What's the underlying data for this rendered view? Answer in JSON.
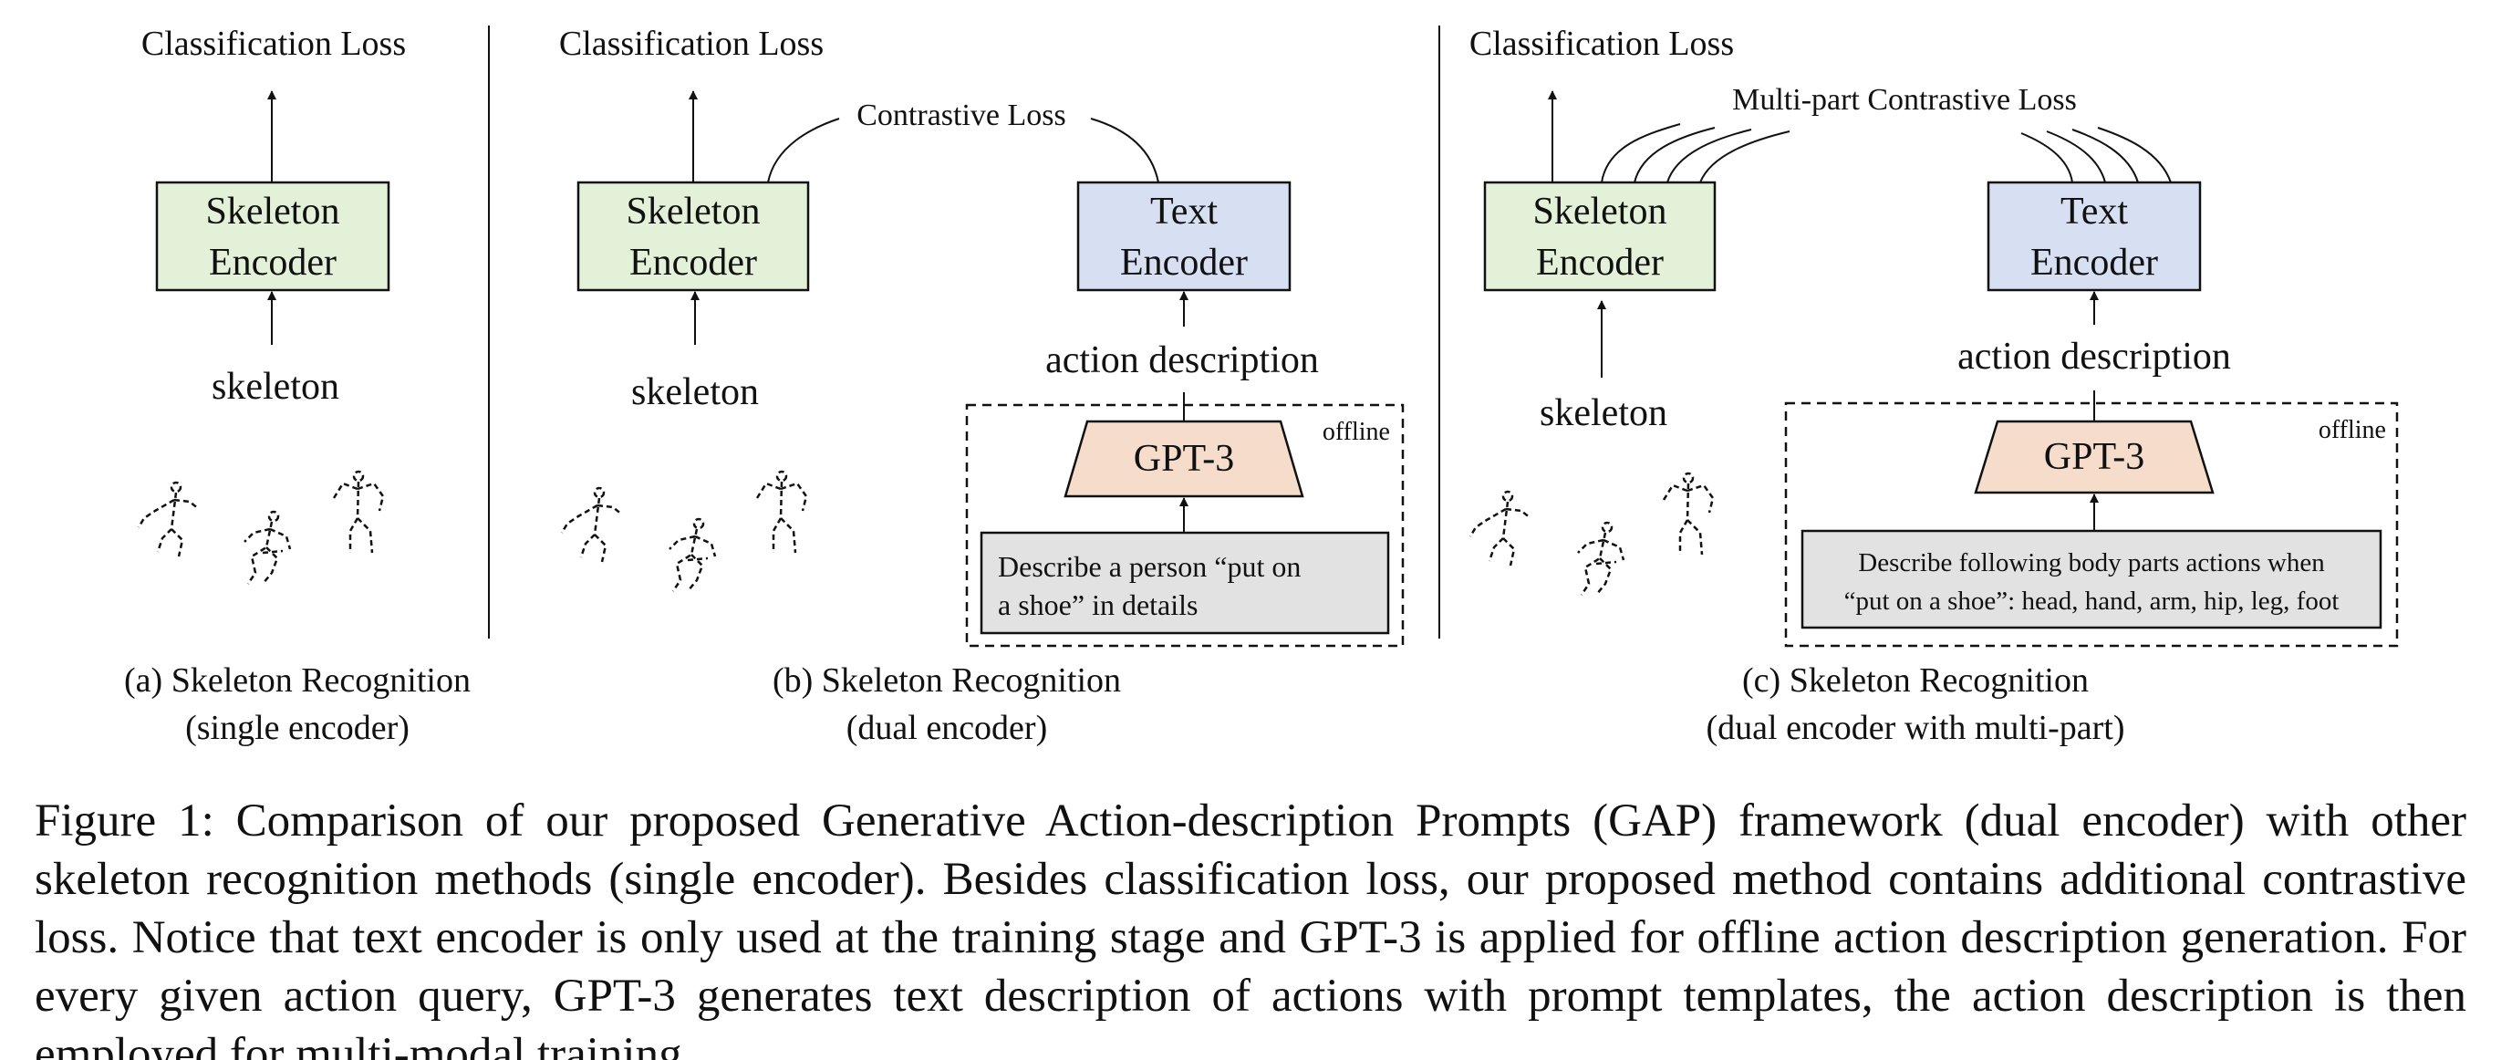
{
  "panel_a": {
    "loss": "Classification Loss",
    "encoder": [
      "Skeleton",
      "Encoder"
    ],
    "input": "skeleton",
    "subcaption": [
      "(a) Skeleton Recognition",
      "(single encoder)"
    ]
  },
  "panel_b": {
    "loss": "Classification Loss",
    "contrastive": "Contrastive Loss",
    "skeleton_encoder": [
      "Skeleton",
      "Encoder"
    ],
    "text_encoder": [
      "Text",
      "Encoder"
    ],
    "input": "skeleton",
    "action_description": "action description",
    "gpt": "GPT-3",
    "offline": "offline",
    "prompt": [
      "Describe a person “put on",
      "a shoe” in details"
    ],
    "subcaption": [
      "(b) Skeleton Recognition",
      "(dual encoder)"
    ]
  },
  "panel_c": {
    "loss": "Classification Loss",
    "contrastive": "Multi-part Contrastive Loss",
    "skeleton_encoder": [
      "Skeleton",
      "Encoder"
    ],
    "text_encoder": [
      "Text",
      "Encoder"
    ],
    "input": "skeleton",
    "action_description": "action description",
    "gpt": "GPT-3",
    "offline": "offline",
    "prompt": [
      "Describe following body parts actions when",
      "“put on a shoe”: head, hand, arm, hip, leg, foot"
    ],
    "subcaption": [
      "(c) Skeleton Recognition",
      "(dual encoder with multi-part)"
    ]
  },
  "colors": {
    "skeleton_encoder_fill": "#e3f1d9",
    "text_encoder_fill": "#d7dff3",
    "gpt_fill": "#f5dccb",
    "prompt_fill": "#e2e2e2"
  },
  "caption": "Figure 1: Comparison of our proposed Generative Action-description Prompts (GAP) framework (dual encoder) with other skeleton recognition methods (single encoder). Besides classification loss, our proposed method contains additional contrastive loss. Notice that text encoder is only used at the training stage and GPT-3 is applied for offline action description generation. For every given action query, GPT-3 generates text description of actions with prompt templates, the action description is then employed for multi-modal training."
}
